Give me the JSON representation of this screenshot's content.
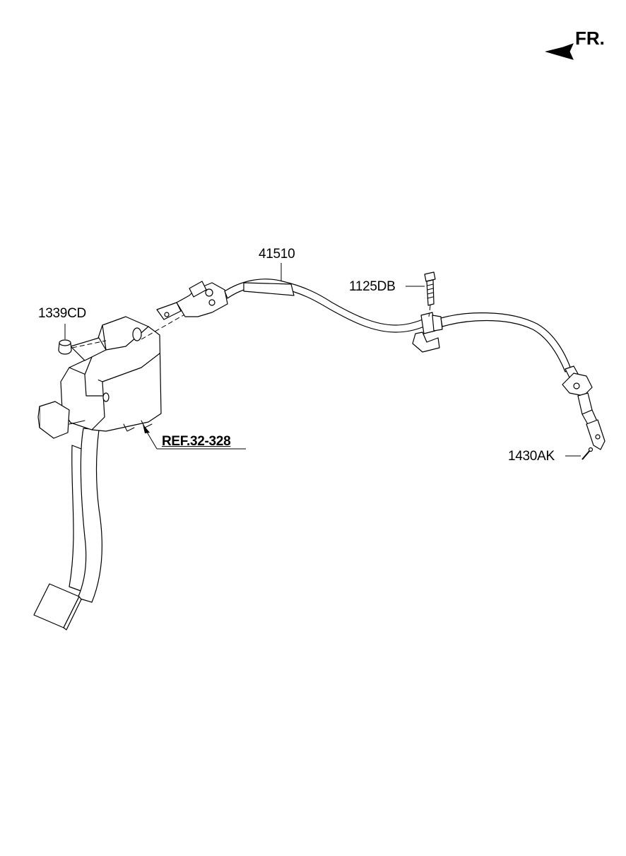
{
  "orientation": {
    "label": "FR.",
    "arrow_icon": "front-direction-arrow-icon"
  },
  "callouts": [
    {
      "part_number": "41510"
    },
    {
      "part_number": "1125DB"
    },
    {
      "part_number": "1339CD"
    },
    {
      "part_number": "REF.32-328"
    },
    {
      "part_number": "1430AK"
    }
  ]
}
